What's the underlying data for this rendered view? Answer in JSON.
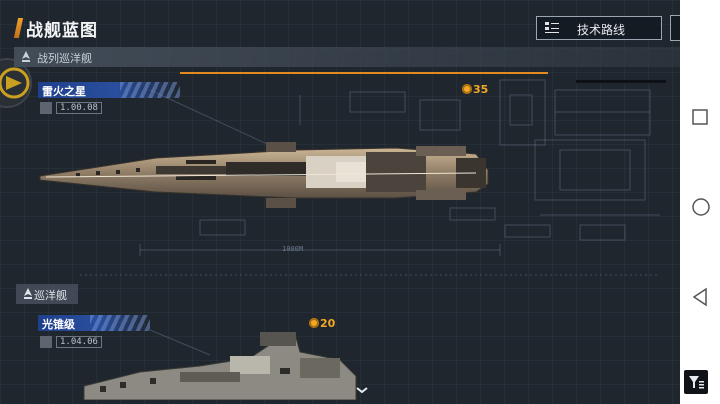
{
  "header": {
    "title": "战舰蓝图",
    "tech_route_label": "技术路线",
    "close_icon": "close-icon"
  },
  "sections": [
    {
      "label": "战列巡洋舰",
      "ships": [
        {
          "name": "雷火之星",
          "version": "1.00.08",
          "cost": "35"
        }
      ]
    },
    {
      "label": "巡洋舰",
      "ships": [
        {
          "name": "光锥级",
          "version": "1.04.06",
          "cost": "20"
        }
      ]
    }
  ],
  "blueprint": {
    "scale_label": "1000M"
  },
  "navbar": {
    "icons": [
      "recent-apps-icon",
      "home-icon",
      "back-icon"
    ]
  },
  "colors": {
    "accent": "#e08a20",
    "plate_blue": "#2a4f9e",
    "cost": "#f1a928",
    "background": "#1f262e"
  }
}
